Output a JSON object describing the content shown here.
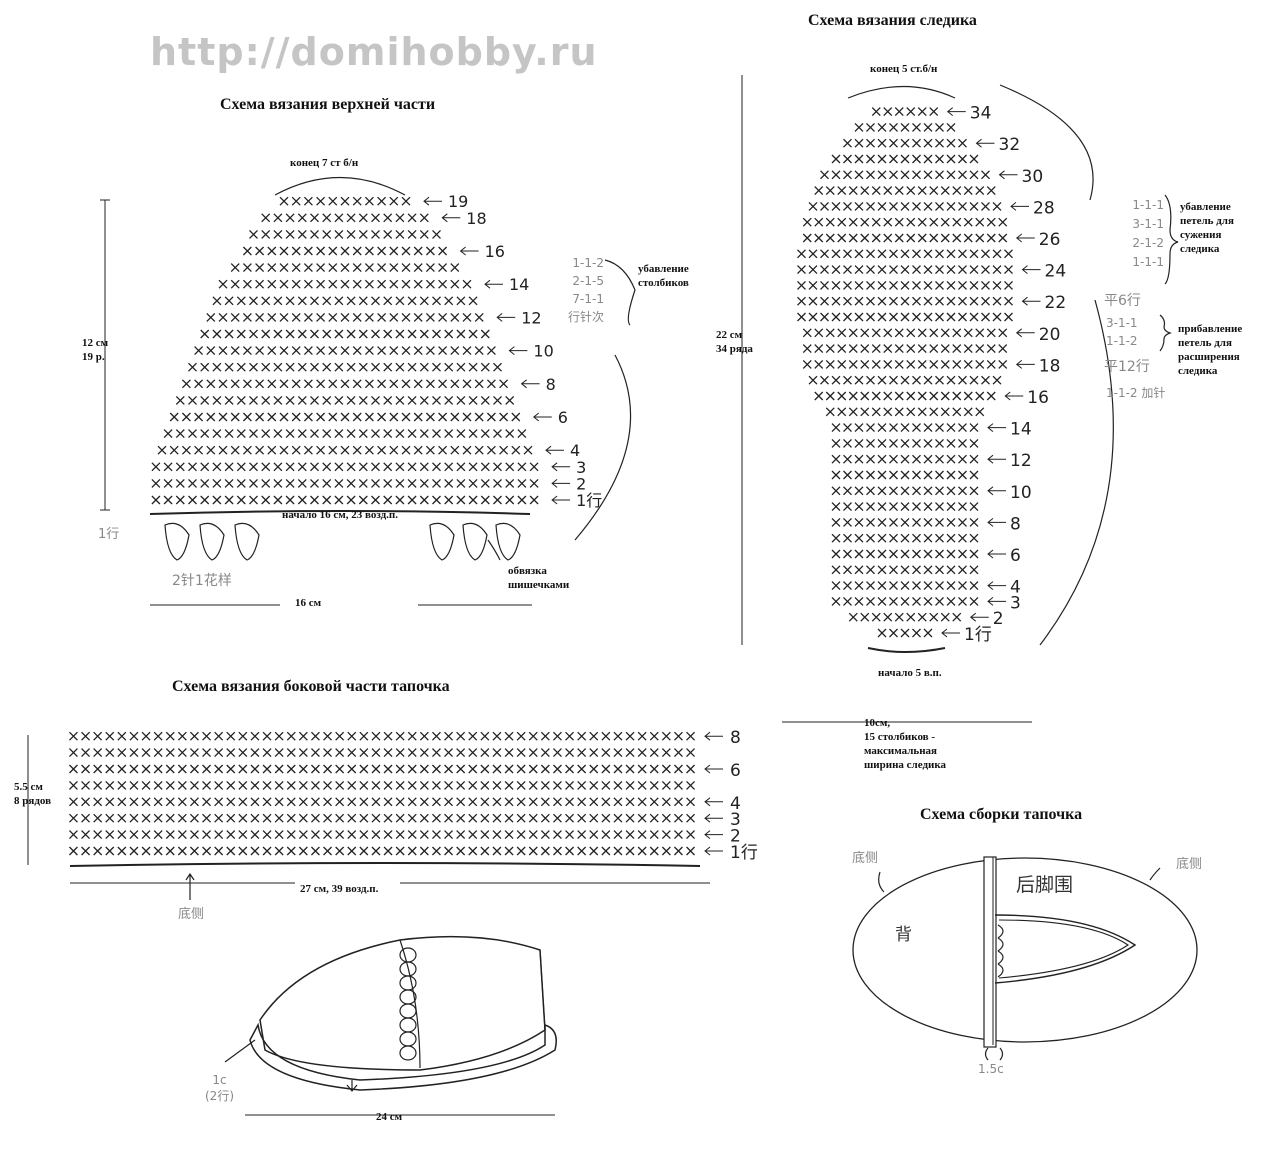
{
  "top_part": {
    "title": "Схема вязания верхней части",
    "end_label": "конец 7 ст б/н",
    "height_label": [
      "12 см",
      "19 р."
    ],
    "start_label": "начало 16 см, 23 возд.п.",
    "row1_left": "1行",
    "pattern_note": "2针1花样",
    "width_label": "16 см",
    "bobble_label": [
      "обвязка",
      "шишечками"
    ],
    "decrease_codes": [
      "1-1-2",
      "2-1-5",
      "7-1-1",
      "行针次"
    ],
    "decrease_label": [
      "убавление",
      "столбиков"
    ],
    "row_numbers": [
      "19",
      "18",
      "16",
      "14",
      "12",
      "10",
      "8",
      "6",
      "4",
      "3",
      "2",
      "1行"
    ],
    "row_stitches": [
      32,
      32,
      32,
      31,
      30,
      29,
      28,
      27,
      26,
      25,
      24,
      23,
      22,
      21,
      19,
      17,
      16,
      14,
      11
    ]
  },
  "sole": {
    "title": "Схема вязания следика",
    "end_label": "конец 5 ст.б/н",
    "height_label": [
      "22 см",
      "34 ряда"
    ],
    "start_label": "начало 5 в.п.",
    "width_label": [
      "10см,",
      "15 столбиков -",
      "максимальная",
      "ширина следика"
    ],
    "row_numbers": [
      "34",
      "32",
      "30",
      "28",
      "26",
      "24",
      "22",
      "20",
      "18",
      "16",
      "14",
      "12",
      "10",
      "8",
      "6",
      "4",
      "3",
      "2",
      "1行"
    ],
    "decrease_codes": [
      "1-1-1",
      "3-1-1",
      "2-1-2",
      "1-1-1"
    ],
    "decrease_label": [
      "убавление",
      "петель для",
      "сужения",
      "следика"
    ],
    "increase_flat1": "平6行",
    "increase_codes": [
      "3-1-1",
      "1-1-2"
    ],
    "increase_label": [
      "прибавление",
      "петель для",
      "расширения",
      "следика"
    ],
    "increase_flat2": "平12行",
    "increase_last": "1-1-2 加针",
    "row_stitches": [
      5,
      10,
      13,
      13,
      13,
      13,
      13,
      13,
      13,
      13,
      13,
      13,
      13,
      13,
      14,
      16,
      17,
      18,
      18,
      18,
      19,
      19,
      19,
      19,
      19,
      18,
      18,
      17,
      16,
      15,
      13,
      11,
      9,
      6
    ]
  },
  "side": {
    "title": "Схема вязания боковой части тапочка",
    "height_label": [
      "5.5 см",
      "8 рядов"
    ],
    "length_label": "27 см, 39 возд.п.",
    "bottom_label": "底侧",
    "row_numbers": [
      "8",
      "6",
      "4",
      "3",
      "2",
      "1行"
    ],
    "stitches": 52
  },
  "slipper": {
    "edge_label": [
      "1c",
      "(2行)"
    ],
    "length_label": "24 см"
  },
  "assembly": {
    "title": "Схема сборки тапочка",
    "bottom_left": "底侧",
    "bottom_right": "底侧",
    "heel_label": "后脚围",
    "top_label": "背",
    "seam_label": "1.5c"
  },
  "watermark": "http://domihobby.ru"
}
